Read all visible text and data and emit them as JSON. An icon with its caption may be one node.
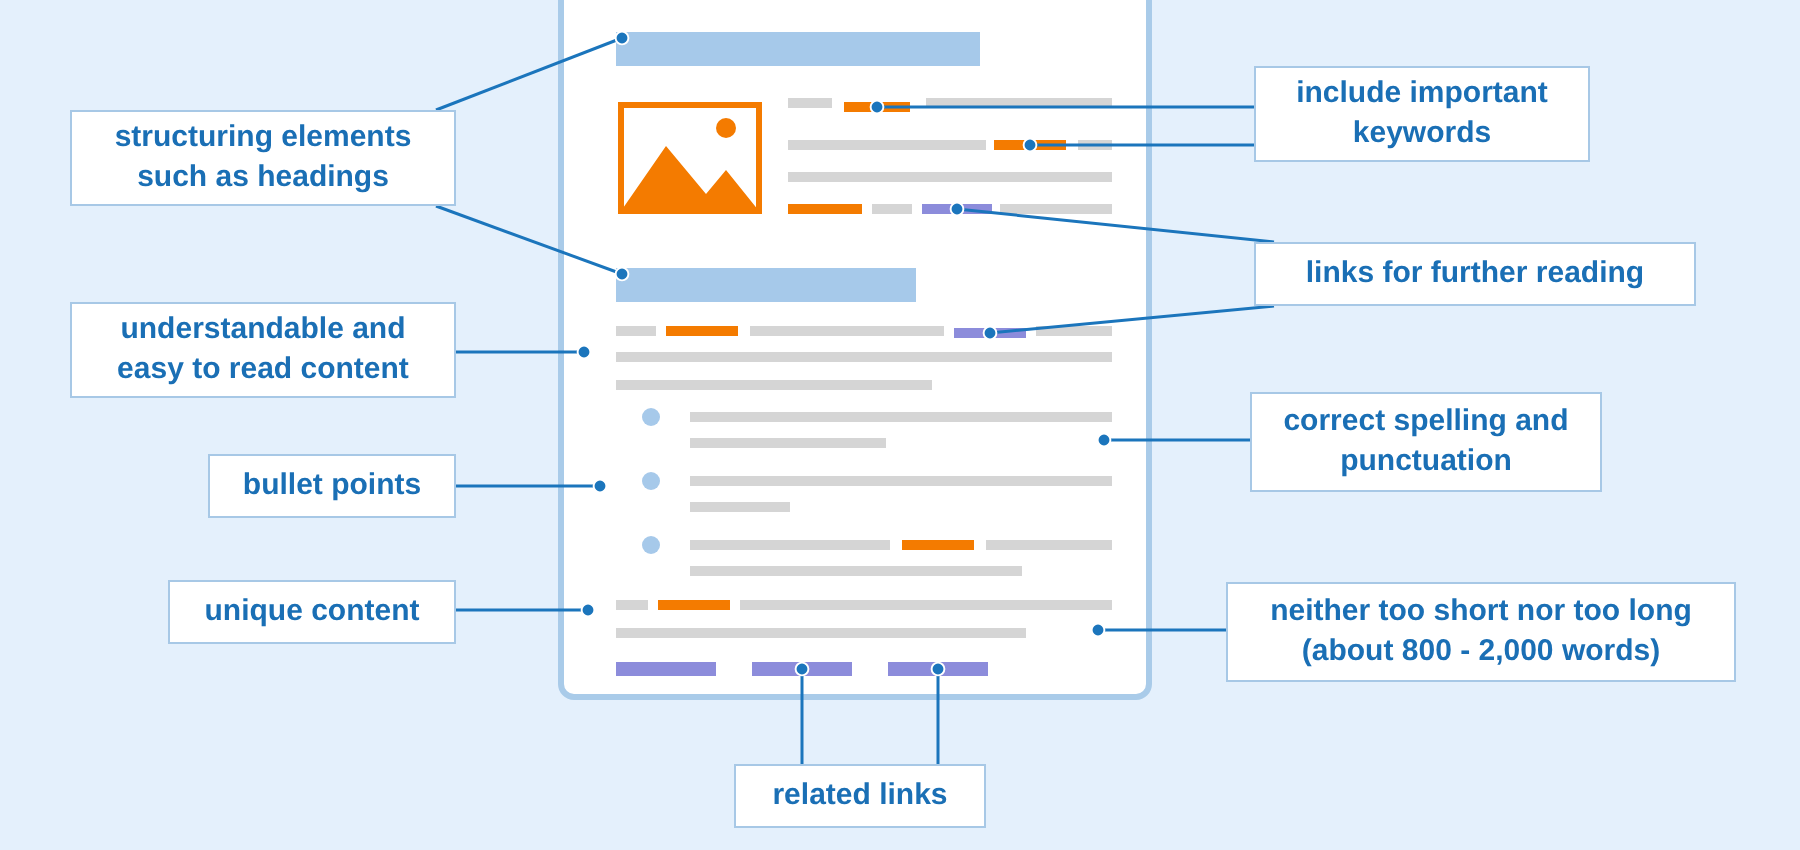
{
  "diagram": {
    "nodes": [
      {
        "text": [],
        "shape": "box"
      },
      {
        "text": [],
        "shape": "bar",
        "in": 0
      },
      {
        "text": [],
        "shape": "picture",
        "in": 0
      },
      {
        "text": [],
        "shape": "bar",
        "in": 0
      },
      {
        "text": [],
        "shape": "bar",
        "in": 0
      },
      {
        "text": [],
        "shape": "bar",
        "in": 0
      },
      {
        "text": [],
        "shape": "bar",
        "in": 0
      },
      {
        "text": [],
        "shape": "bar",
        "in": 0
      },
      {
        "text": [],
        "shape": "bar",
        "in": 0
      },
      {
        "text": [],
        "shape": "bar",
        "in": 0
      },
      {
        "text": [
          "structuring elements such as headings"
        ]
      },
      {
        "text": [
          "include important keywords"
        ]
      },
      {
        "text": [
          "understandable and easy to read content"
        ]
      },
      {
        "text": [
          "links for further reading"
        ]
      },
      {
        "text": [
          "bullet points"
        ]
      },
      {
        "text": [
          "correct spelling and punctuation"
        ]
      },
      {
        "text": [
          "unique content"
        ]
      },
      {
        "text": [
          "neither too short nor too long (about 800 - 2,000 words)"
        ]
      },
      {
        "text": [
          "related links"
        ]
      }
    ],
    "edges": [
      {
        "from": 10,
        "to": 1,
        "arrow": "other"
      },
      {
        "from": 10,
        "to": 6,
        "arrow": "other"
      },
      {
        "from": 11,
        "to": 3,
        "arrow": "other"
      },
      {
        "from": 11,
        "to": 4,
        "arrow": "other"
      },
      {
        "from": 13,
        "to": 5,
        "arrow": "other"
      },
      {
        "from": 13,
        "to": 7,
        "arrow": "other"
      },
      {
        "from": 12,
        "to": 0,
        "arrow": "other"
      },
      {
        "from": 15,
        "to": 0,
        "arrow": "other"
      },
      {
        "from": 14,
        "to": 0,
        "arrow": "other"
      },
      {
        "from": 16,
        "to": 0,
        "arrow": "other"
      },
      {
        "from": 17,
        "to": 0,
        "arrow": "other"
      },
      {
        "from": 18,
        "to": 8,
        "arrow": "other"
      },
      {
        "from": 18,
        "to": 9,
        "arrow": "other"
      }
    ]
  }
}
